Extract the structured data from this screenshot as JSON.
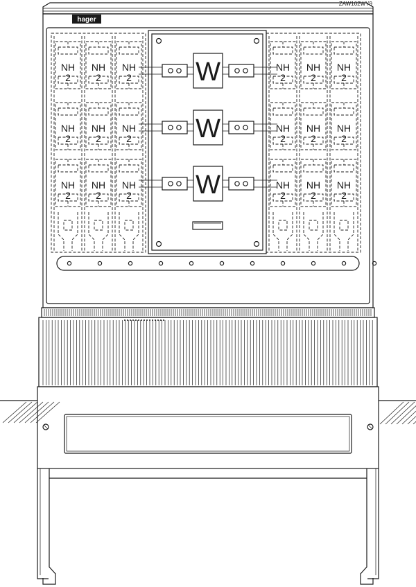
{
  "model_code": "ZAW102WY9",
  "brand": "hager",
  "fuse_label_line1": "NH",
  "fuse_label_line2": "2",
  "meter_label": "W",
  "colors": {
    "line": "#1a1a1a",
    "brand_bg": "#1a1a1a",
    "brand_text": "#ffffff",
    "background": "#ffffff"
  }
}
